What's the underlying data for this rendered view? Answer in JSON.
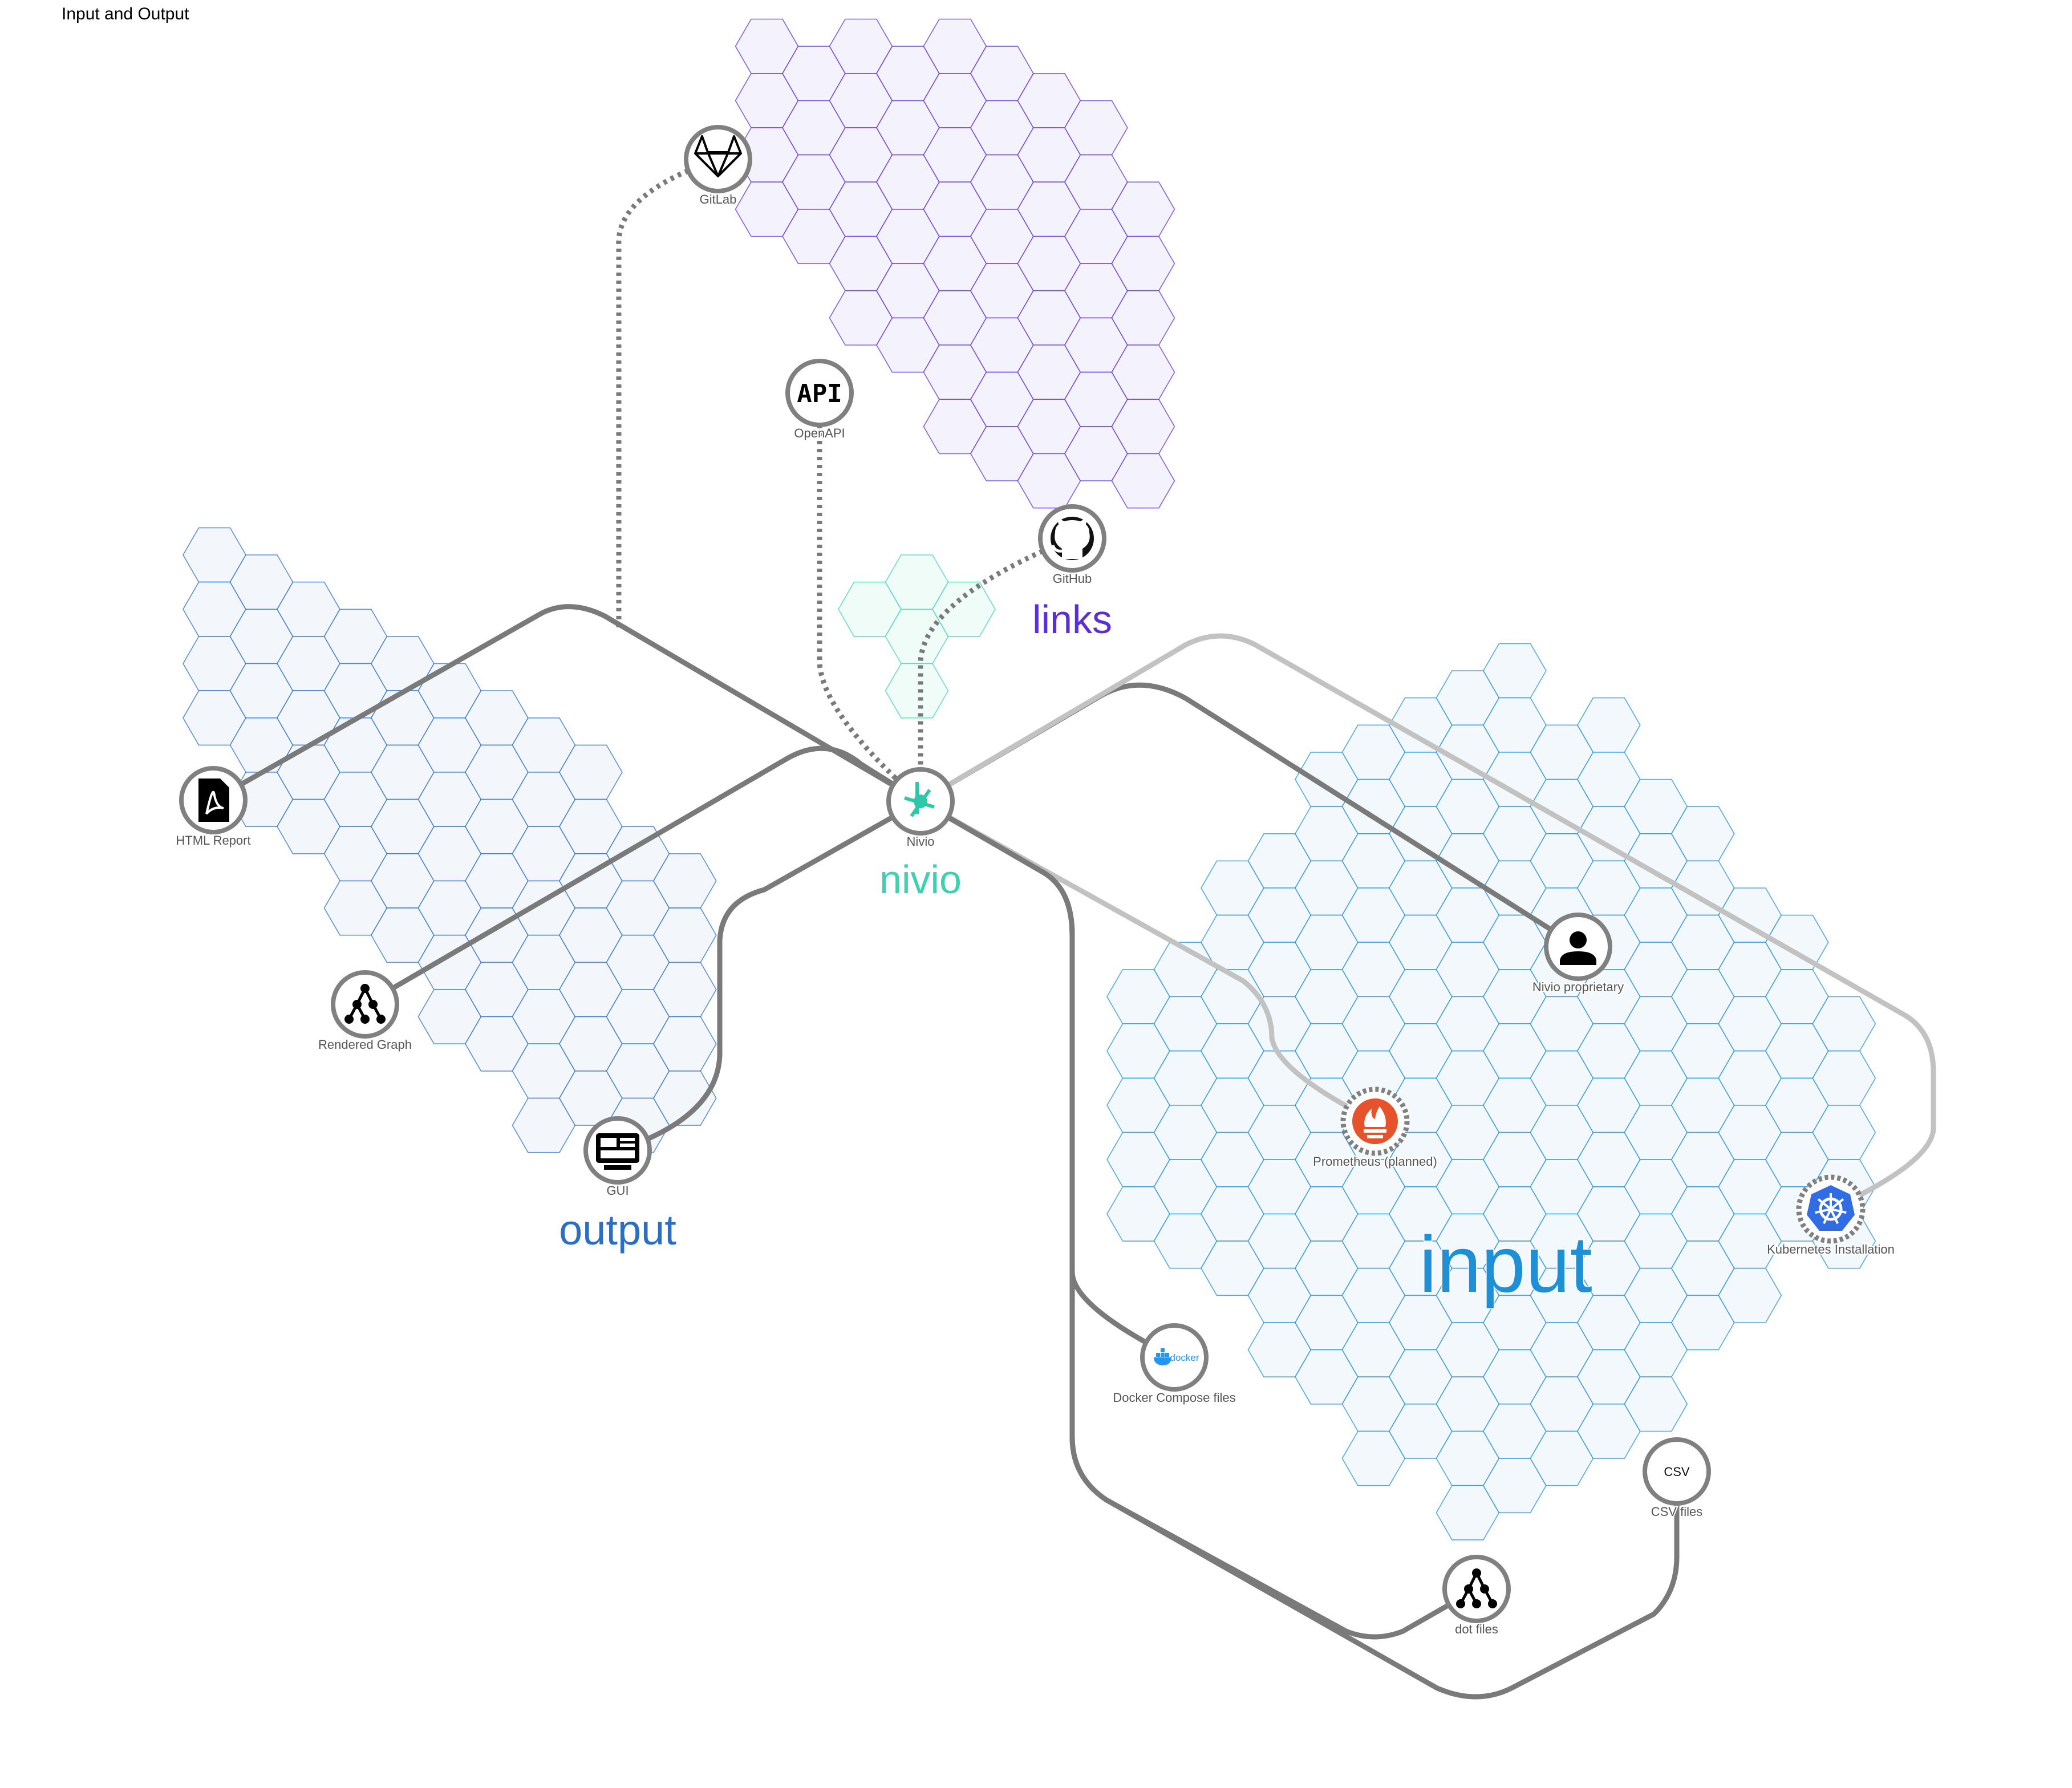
{
  "title": "Input and Output",
  "groups": [
    {
      "id": "links",
      "label": "links",
      "color": "#5b2fd6",
      "fill": "#f4f2fd"
    },
    {
      "id": "output",
      "label": "output",
      "color": "#2a6fc4",
      "fill": "#f3f7fc"
    },
    {
      "id": "nivio",
      "label": "nivio",
      "color": "#3fd0b0",
      "fill": "#effcf8"
    },
    {
      "id": "input",
      "label": "input",
      "color": "#1f8fd6",
      "fill": "#f2f8fc"
    }
  ],
  "nodes": [
    {
      "id": "gitlab",
      "label": "GitLab",
      "group": "links",
      "icon": "gitlab-icon",
      "dashed": false
    },
    {
      "id": "openapi",
      "label": "OpenAPI",
      "group": "links",
      "icon": "api-icon",
      "icon_text": "API",
      "dashed": false
    },
    {
      "id": "github",
      "label": "GitHub",
      "group": "links",
      "icon": "github-icon",
      "dashed": false
    },
    {
      "id": "html",
      "label": "HTML Report",
      "group": "output",
      "icon": "pdf-file-icon",
      "dashed": false
    },
    {
      "id": "rendered",
      "label": "Rendered Graph",
      "group": "output",
      "icon": "graph-icon",
      "dashed": false
    },
    {
      "id": "gui",
      "label": "GUI",
      "group": "output",
      "icon": "monitor-dashboard-icon",
      "dashed": false
    },
    {
      "id": "nivio",
      "label": "Nivio",
      "group": "nivio",
      "icon": "nivio-logo-icon",
      "dashed": false
    },
    {
      "id": "proprietary",
      "label": "Nivio proprietary",
      "group": "input",
      "icon": "person-icon",
      "dashed": false
    },
    {
      "id": "prometheus",
      "label": "Prometheus (planned)",
      "group": "input",
      "icon": "prometheus-icon",
      "dashed": true
    },
    {
      "id": "kubernetes",
      "label": "Kubernetes Installation",
      "group": "input",
      "icon": "kubernetes-icon",
      "dashed": true
    },
    {
      "id": "docker",
      "label": "Docker Compose files",
      "group": "input",
      "icon": "docker-icon",
      "icon_text": "docker",
      "dashed": false
    },
    {
      "id": "csv",
      "label": "CSV files",
      "group": "input",
      "icon": "csv-icon",
      "icon_text": "CSV",
      "dashed": false
    },
    {
      "id": "dot",
      "label": "dot files",
      "group": "input",
      "icon": "graph-icon",
      "dashed": false
    }
  ],
  "connections": [
    {
      "from": "gitlab",
      "to": "nivio",
      "style": "dotted"
    },
    {
      "from": "openapi",
      "to": "nivio",
      "style": "dotted"
    },
    {
      "from": "github",
      "to": "nivio",
      "style": "dotted"
    },
    {
      "from": "html",
      "to": "nivio",
      "style": "solid"
    },
    {
      "from": "rendered",
      "to": "nivio",
      "style": "solid"
    },
    {
      "from": "gui",
      "to": "nivio",
      "style": "solid"
    },
    {
      "from": "nivio",
      "to": "proprietary",
      "style": "solid"
    },
    {
      "from": "nivio",
      "to": "kubernetes",
      "style": "planned"
    },
    {
      "from": "nivio",
      "to": "prometheus",
      "style": "planned"
    },
    {
      "from": "nivio",
      "to": "docker",
      "style": "solid"
    },
    {
      "from": "nivio",
      "to": "dot",
      "style": "solid"
    },
    {
      "from": "nivio",
      "to": "csv",
      "style": "solid"
    }
  ],
  "colors": {
    "edge": "#7a7a7a",
    "edge_planned": "#c2c2c2",
    "node_border": "#808080",
    "node_fill": "#ffffff"
  }
}
